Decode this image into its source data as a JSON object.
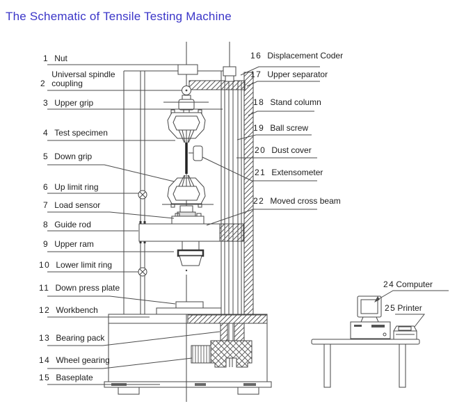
{
  "title": "The Schematic of Tensile Testing Machine",
  "colors": {
    "title": "#3a35c8",
    "line": "#454545"
  },
  "labels": [
    {
      "num": "1",
      "text": "Nut"
    },
    {
      "num": "2",
      "text": "Universal spindle coupling"
    },
    {
      "num": "3",
      "text": "Upper grip"
    },
    {
      "num": "4",
      "text": "Test specimen"
    },
    {
      "num": "5",
      "text": "Down grip"
    },
    {
      "num": "6",
      "text": "Up limit ring"
    },
    {
      "num": "7",
      "text": "Load sensor"
    },
    {
      "num": "8",
      "text": "Guide rod"
    },
    {
      "num": "9",
      "text": "Upper ram"
    },
    {
      "num": "10",
      "text": "Lower limit ring"
    },
    {
      "num": "11",
      "text": "Down press plate"
    },
    {
      "num": "12",
      "text": "Workbench"
    },
    {
      "num": "13",
      "text": "Bearing pack"
    },
    {
      "num": "14",
      "text": "Wheel gearing"
    },
    {
      "num": "15",
      "text": "Baseplate"
    },
    {
      "num": "16",
      "text": "Displacement Coder"
    },
    {
      "num": "17",
      "text": "Upper separator"
    },
    {
      "num": "18",
      "text": "Stand column"
    },
    {
      "num": "19",
      "text": "Ball screw"
    },
    {
      "num": "20",
      "text": "Dust cover"
    },
    {
      "num": "21",
      "text": "Extensometer"
    },
    {
      "num": "22",
      "text": "Moved cross beam"
    },
    {
      "num": "24",
      "text": "Computer"
    },
    {
      "num": "25",
      "text": "Printer"
    }
  ]
}
